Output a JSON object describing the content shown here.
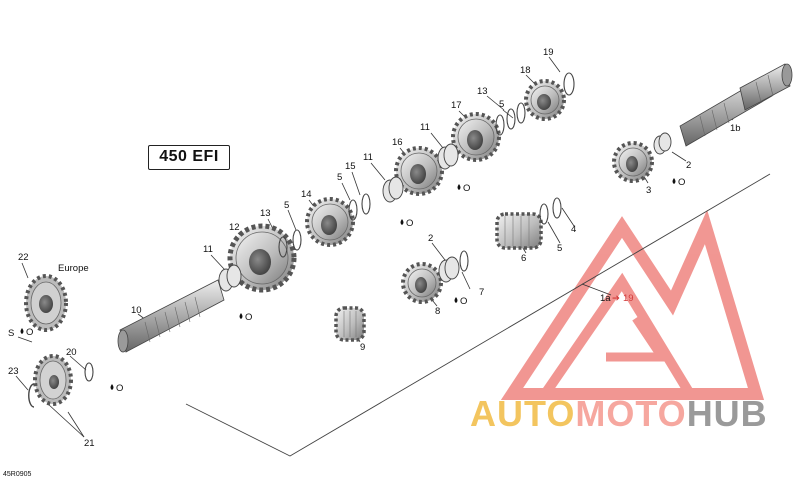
{
  "diagram": {
    "title": "450 EFI",
    "region_label": "Europe",
    "sealant_label": "S",
    "ref_code": "45R0905",
    "callouts": {
      "c1a": "1a",
      "c1a_arrow": "➔",
      "c1a_target": "19",
      "c1b": "1b",
      "c2a": "2",
      "c2b": "2",
      "c3": "3",
      "c4": "4",
      "c5a": "5",
      "c5b": "5",
      "c5c": "5",
      "c5d": "5",
      "c6": "6",
      "c7": "7",
      "c8": "8",
      "c9": "9",
      "c10": "10",
      "c11a": "11",
      "c11b": "11",
      "c11c": "11",
      "c12": "12",
      "c13a": "13",
      "c13b": "13",
      "c14": "14",
      "c15": "15",
      "c16": "16",
      "c17": "17",
      "c18": "18",
      "c19": "19",
      "c20": "20",
      "c21": "21",
      "c22": "22",
      "c23": "23"
    },
    "oil_marks": {
      "o1": "O",
      "o2": "O",
      "o3": "O",
      "o4": "O",
      "o5": "O",
      "o6": "O",
      "o7": "O"
    }
  },
  "watermark": {
    "part_auto": "AUTO",
    "part_moto": "MOTO",
    "part_hub": "HUB",
    "colors": {
      "auto": "#f3c55f",
      "moto": "#f6a79f",
      "hub": "#9a9a9a",
      "logo": "#ee7d78"
    }
  }
}
